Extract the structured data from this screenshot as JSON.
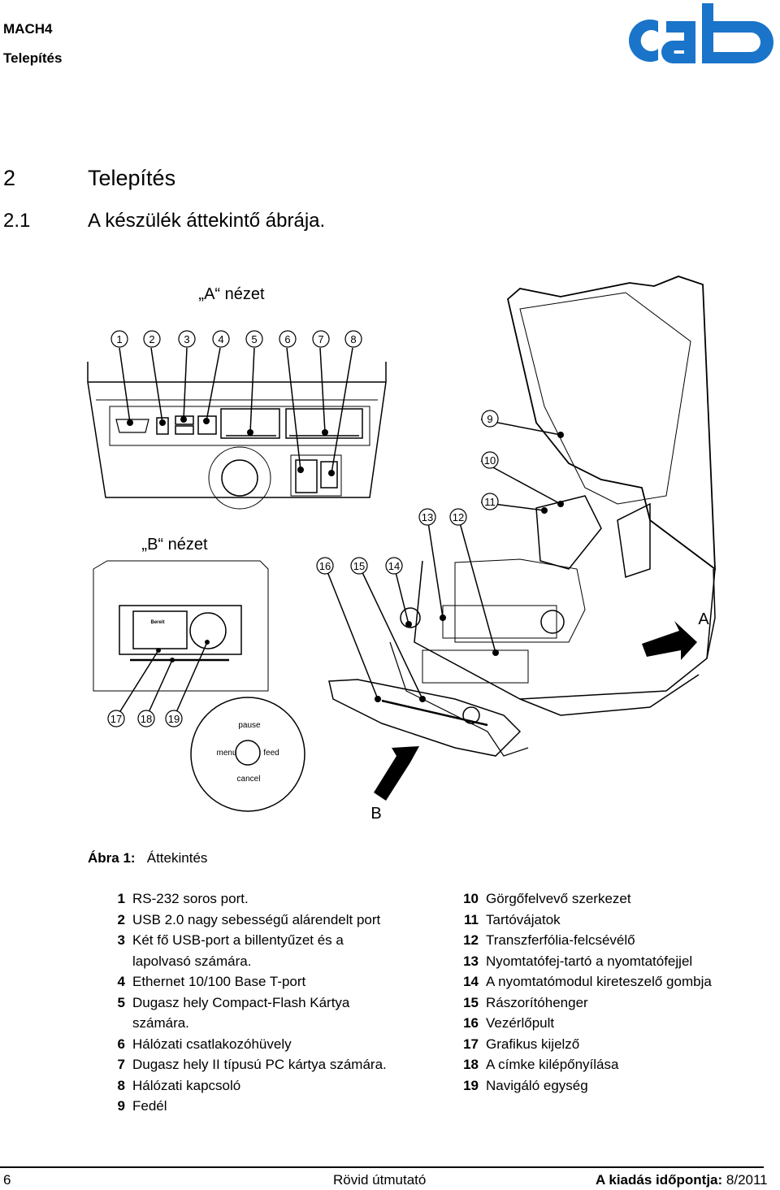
{
  "header": {
    "product": "MACH4",
    "section": "Telepítés",
    "logo": "cab"
  },
  "heading": {
    "chapter_number": "2",
    "chapter_title": "Telepítés",
    "sub_number": "2.1",
    "sub_title": "A készülék áttekintő ábrája."
  },
  "figure": {
    "view_a_label": "„A“ nézet",
    "view_b_label": "„B“ nézet",
    "letter_a": "A",
    "letter_b": "B",
    "callouts": [
      "1",
      "2",
      "3",
      "4",
      "5",
      "6",
      "7",
      "8",
      "9",
      "10",
      "11",
      "12",
      "13",
      "14",
      "15",
      "16",
      "17",
      "18",
      "19"
    ],
    "nav_labels": {
      "pause": "pause",
      "menu": "menu",
      "feed": "feed",
      "cancel": "cancel"
    },
    "display_text": "Bereit",
    "caption_label": "Ábra 1:",
    "caption_text": "Áttekintés"
  },
  "legend_left": [
    {
      "n": "1",
      "text": "RS-232 soros port."
    },
    {
      "n": "2",
      "text": "USB 2.0 nagy sebességű alárendelt port"
    },
    {
      "n": "3",
      "text": "Két fő USB-port a billentyűzet és a lapolvasó számára."
    },
    {
      "n": "4",
      "text": "Ethernet 10/100 Base T-port"
    },
    {
      "n": "5",
      "text": "Dugasz hely Compact-Flash Kártya számára."
    },
    {
      "n": "6",
      "text": "Hálózati csatlakozóhüvely"
    },
    {
      "n": "7",
      "text": "Dugasz hely II típusú PC kártya számára."
    },
    {
      "n": "8",
      "text": "Hálózati kapcsoló"
    },
    {
      "n": "9",
      "text": "Fedél"
    }
  ],
  "legend_right": [
    {
      "n": "10",
      "text": "Görgőfelvevő szerkezet"
    },
    {
      "n": "11",
      "text": "Tartóvájatok"
    },
    {
      "n": "12",
      "text": "Transzferfólia-felcsévélő"
    },
    {
      "n": "13",
      "text": "Nyomtatófej-tartó a nyomtatófejjel"
    },
    {
      "n": "14",
      "text": "A nyomtatómodul kireteszelő gombja"
    },
    {
      "n": "15",
      "text": "Rászorítóhenger"
    },
    {
      "n": "16",
      "text": "Vezérlőpult"
    },
    {
      "n": "17",
      "text": "Grafikus kijelző"
    },
    {
      "n": "18",
      "text": "A címke kilépőnyílása"
    },
    {
      "n": "19",
      "text": "Navigáló egység"
    }
  ],
  "footer": {
    "page": "6",
    "center": "Rövid útmutató",
    "right_label": "A kiadás időpontja:",
    "right_value": "8/2011"
  },
  "colors": {
    "logo_blue": "#1a74c9"
  }
}
